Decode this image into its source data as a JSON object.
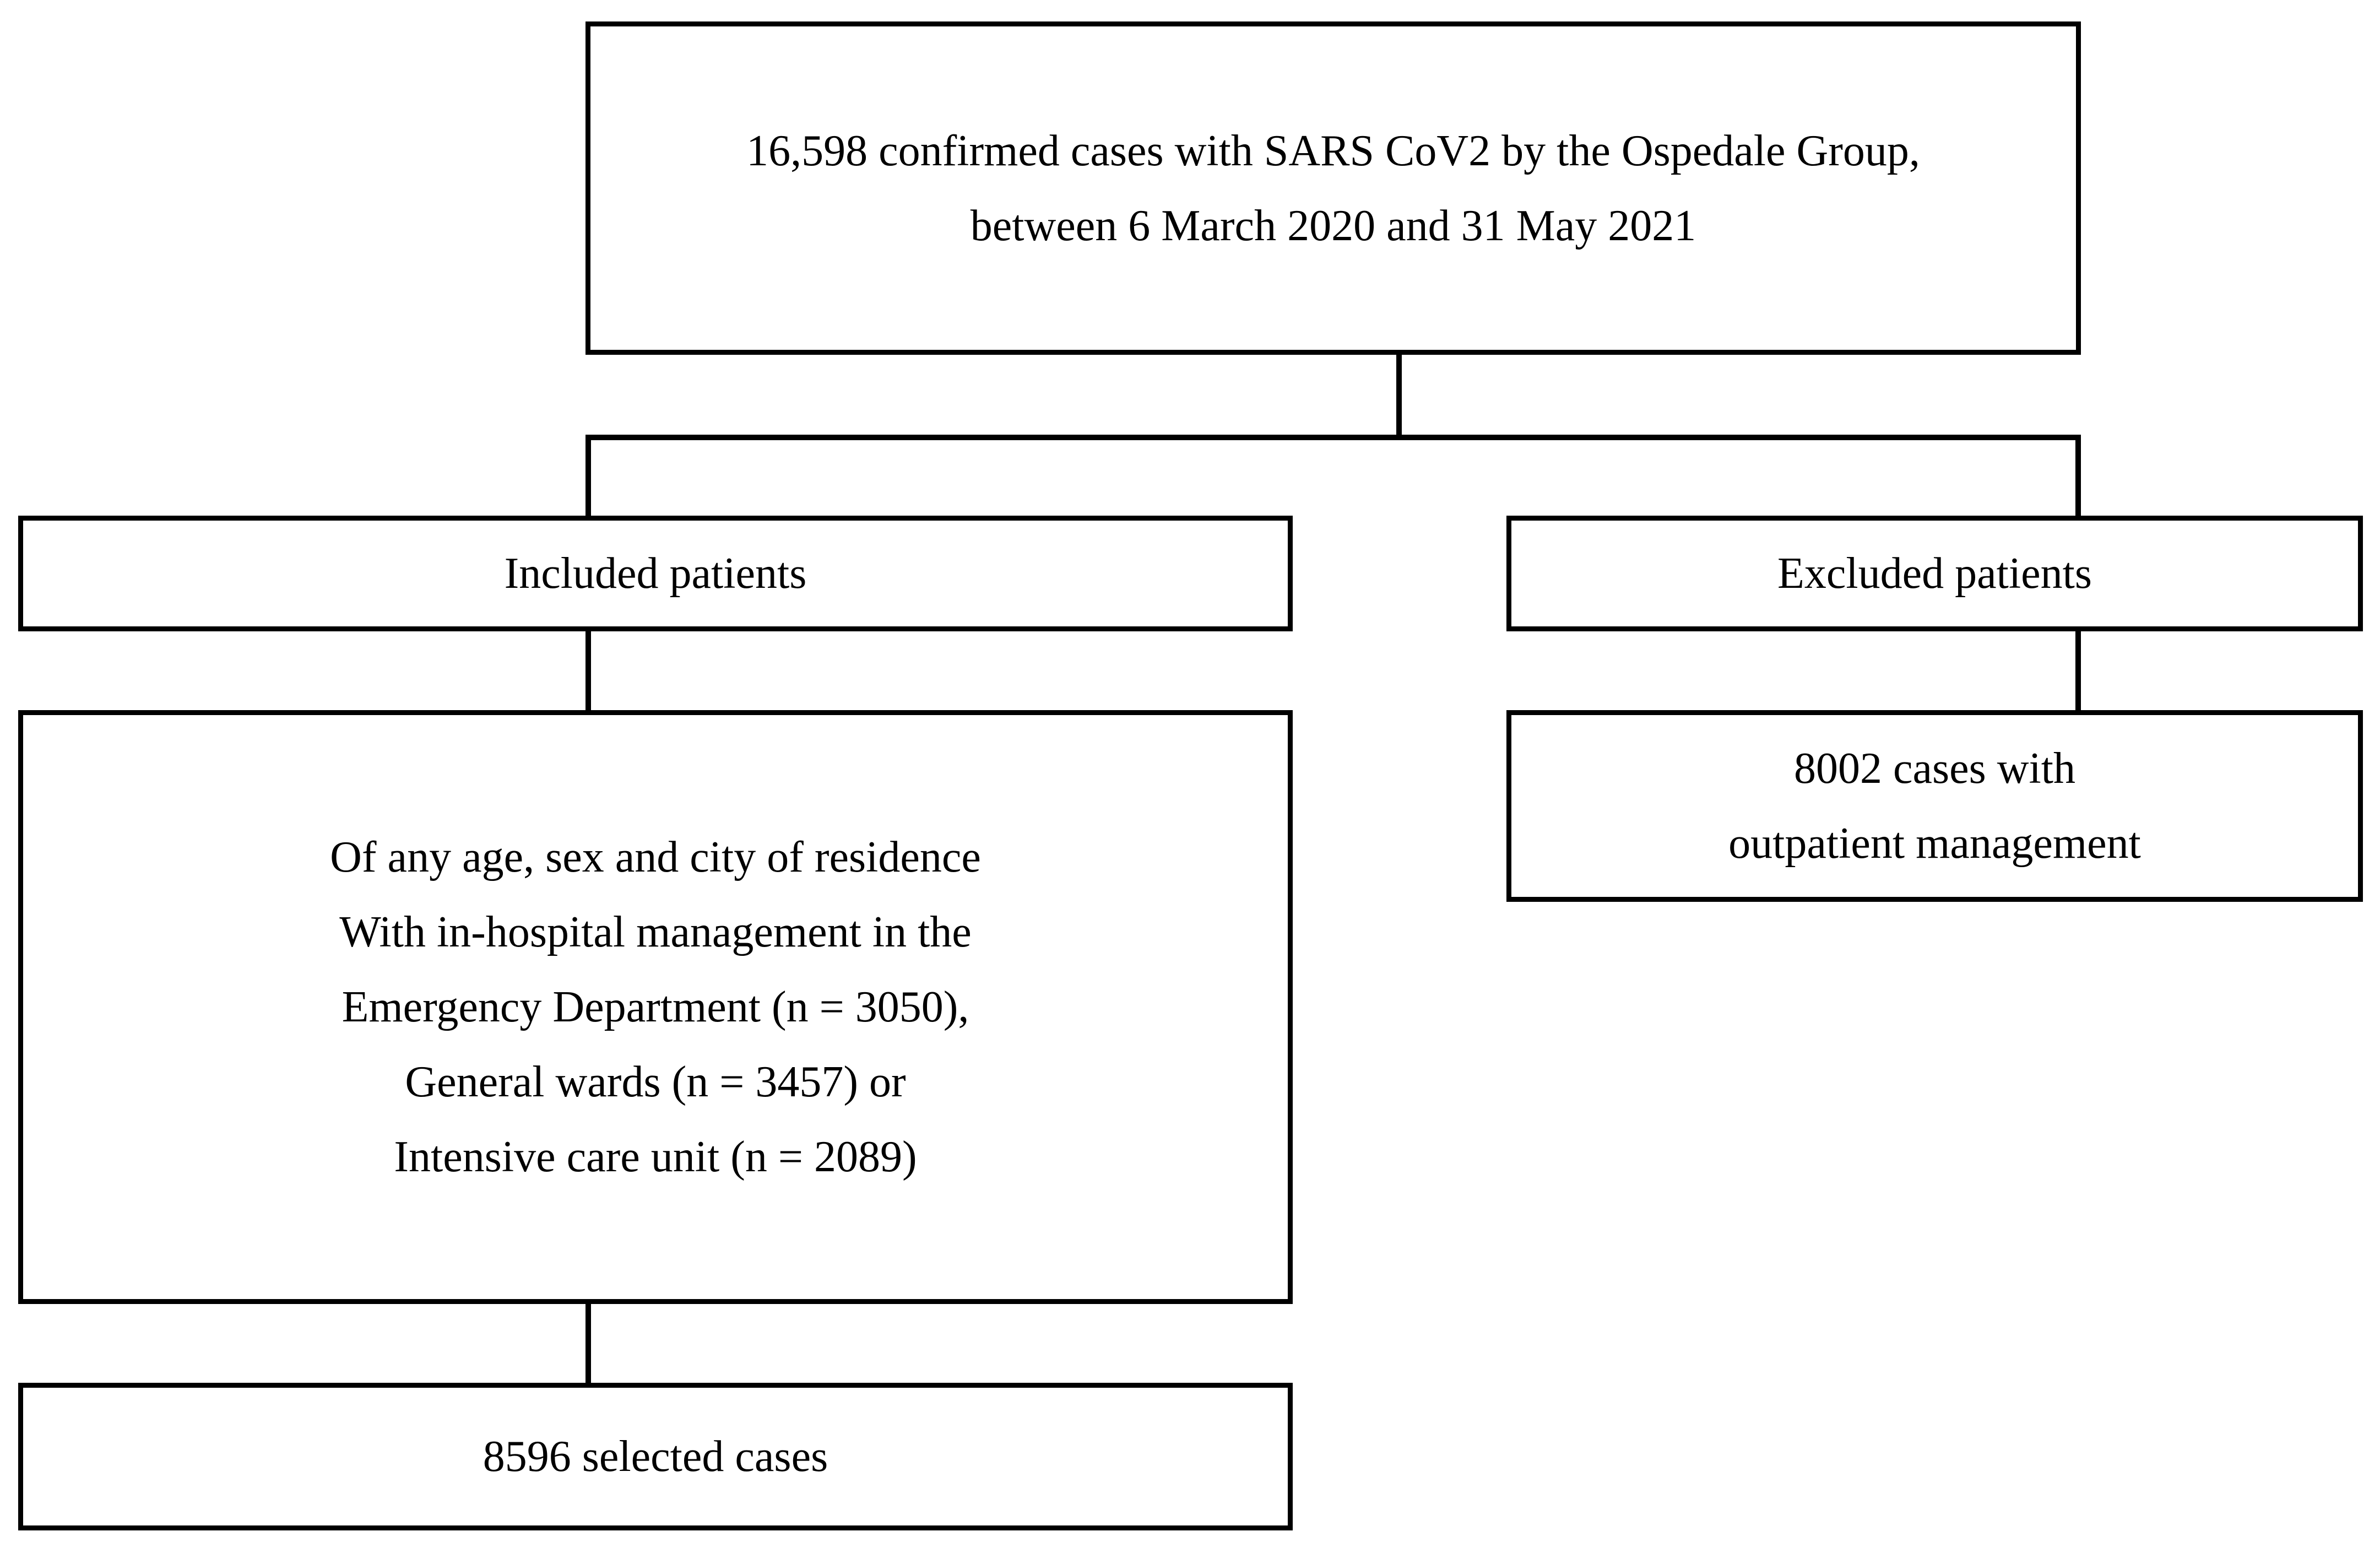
{
  "diagram": {
    "top_box": {
      "lines": [
        "16,598 confirmed cases with SARS CoV2 by the Ospedale Group,",
        "between 6 March 2020 and 31 May 2021"
      ]
    },
    "included_box": {
      "label": "Included patients"
    },
    "excluded_box": {
      "label": "Excluded patients"
    },
    "criteria_box": {
      "lines": [
        "Of any age, sex and city of residence",
        "With in-hospital management in the",
        "Emergency Department (n = 3050),",
        "General wards (n = 3457) or",
        "Intensive care unit (n = 2089)"
      ]
    },
    "outpatient_box": {
      "lines": [
        "8002 cases with",
        "outpatient management"
      ]
    },
    "selected_box": {
      "label": "8596 selected cases"
    },
    "colors": {
      "border": "#000000",
      "background": "#ffffff",
      "text": "#000000"
    }
  }
}
